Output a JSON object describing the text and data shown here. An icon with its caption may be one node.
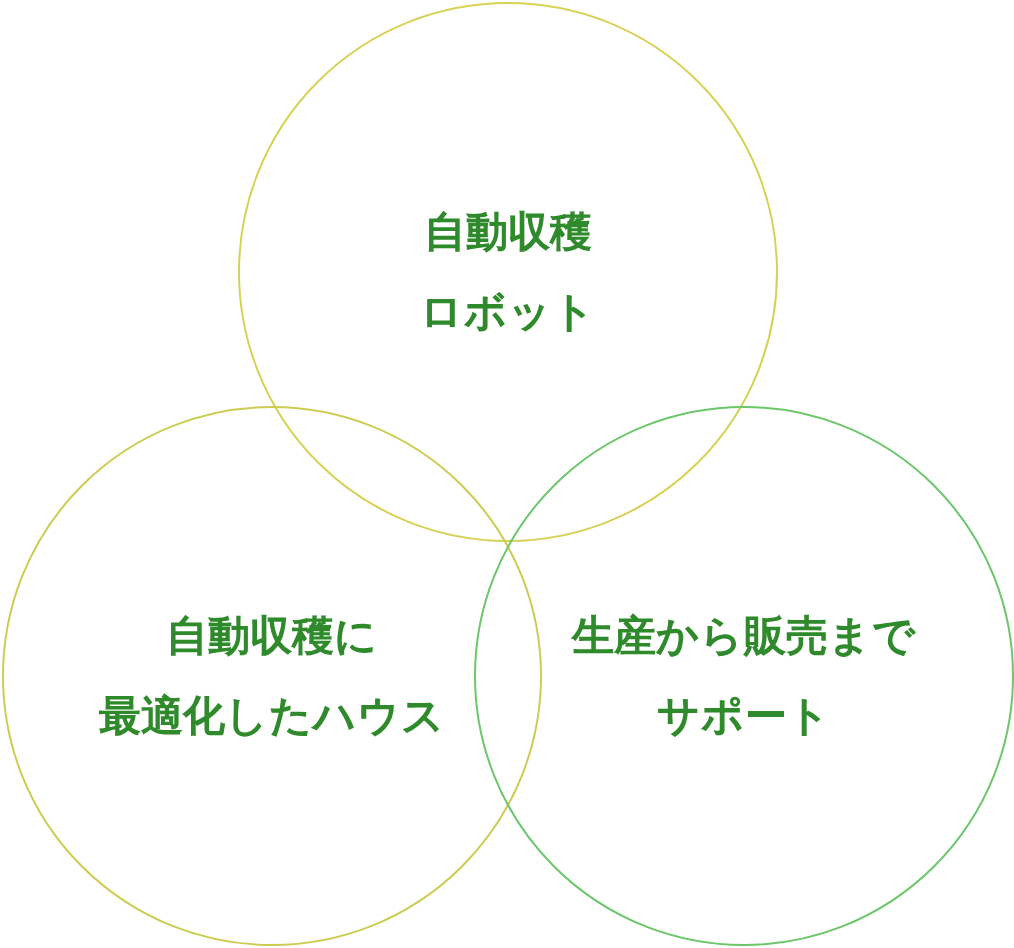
{
  "diagram": {
    "nodes": [
      {
        "text": [
          "自動収穫ロボット"
        ]
      },
      {
        "text": [
          "自動収穫に最適化したハウス"
        ]
      },
      {
        "text": [
          "生産から販売までサポート"
        ]
      }
    ]
  }
}
